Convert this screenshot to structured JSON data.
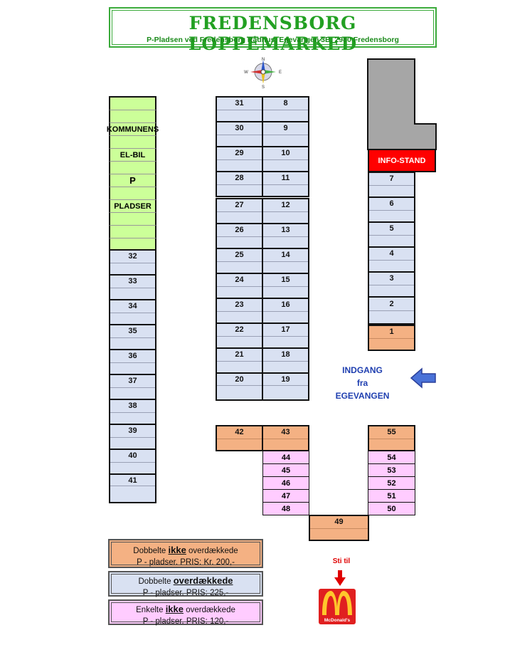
{
  "header": {
    "title": "FREDENSBORG LOPPEMARKED",
    "subtitle": "P-Pladsen ved Fredensborg Rådhus, Egevangen 3B, 2980 Fredensborg"
  },
  "compass": {
    "n": "N",
    "s": "S",
    "e": "E",
    "w": "W"
  },
  "left_column": {
    "kommunens": "KOMMUNENS",
    "elbil": "EL-BIL",
    "p": "P",
    "pladser": "PLADSER",
    "spots": [
      "32",
      "33",
      "34",
      "35",
      "36",
      "37",
      "38",
      "39",
      "40",
      "41"
    ]
  },
  "middle_left_spots": [
    "31",
    "30",
    "29",
    "28",
    "27",
    "26",
    "25",
    "24",
    "23",
    "22",
    "21",
    "20"
  ],
  "middle_right_spots": [
    "8",
    "9",
    "10",
    "11",
    "12",
    "13",
    "14",
    "15",
    "16",
    "17",
    "18",
    "19"
  ],
  "right_column": {
    "info_stand": "INFO-STAND",
    "spots": [
      "7",
      "6",
      "5",
      "4",
      "3",
      "2"
    ],
    "spot_one": "1"
  },
  "entrance": {
    "line1": "INDGANG",
    "line2": "fra",
    "line3": "EGEVANGEN"
  },
  "bottom": {
    "orange_left": [
      "42",
      "43"
    ],
    "pink_middle": [
      "44",
      "45",
      "46",
      "47",
      "48"
    ],
    "orange_right": "55",
    "pink_right": [
      "54",
      "53",
      "52",
      "51",
      "50"
    ],
    "orange_bottom": "49"
  },
  "legend": {
    "orange": {
      "pre": "Dobbelte ",
      "em": "ikke",
      "post": " overdækkede",
      "line2": "P - pladser. PRIS: Kr. 200,-"
    },
    "blue": {
      "pre": "Dobbelte ",
      "em": "overdækkede",
      "post": "",
      "line2": "P - pladser. PRIS: 225,-"
    },
    "pink": {
      "pre": "Enkelte ",
      "em": "ikke",
      "post": " overdækkede",
      "line2": "P - pladser. PRIS: 120,-"
    }
  },
  "mcdonalds": {
    "sti": "Sti til",
    "label": "McDonald's"
  },
  "colors": {
    "title_green": "#22a022",
    "covered_blue": "#d9e1f2",
    "uncovered_orange": "#f4b183",
    "single_pink": "#ffccff",
    "ev_green": "#ccff99",
    "info_red": "#ff0000",
    "building_gray": "#a6a6a6",
    "entrance_blue": "#1f3fb0"
  }
}
